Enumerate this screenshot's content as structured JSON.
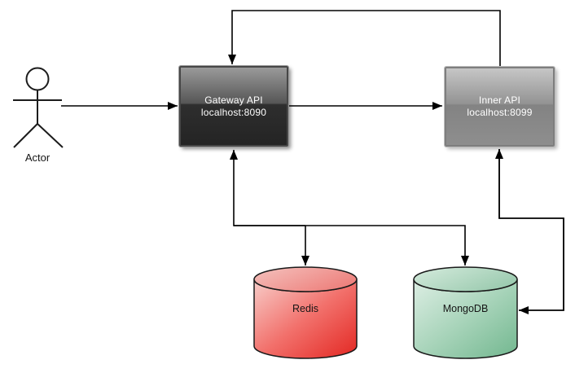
{
  "diagram": {
    "background": "#ffffff",
    "line_color": "#000000"
  },
  "nodes": {
    "actor": {
      "label": "Actor",
      "type": "actor"
    },
    "gateway": {
      "title": "Gateway API",
      "subtitle": "localhost:8090",
      "type": "box"
    },
    "inner": {
      "title": "Inner API",
      "subtitle": "localhost:8099",
      "type": "box"
    },
    "redis": {
      "label": "Redis",
      "type": "database-cylinder"
    },
    "mongodb": {
      "label": "MongoDB",
      "type": "database-cylinder"
    }
  },
  "edges": [
    {
      "from": "Actor",
      "to": "Gateway API",
      "route": "horizontal"
    },
    {
      "from": "Gateway API",
      "to": "Inner API",
      "route": "horizontal"
    },
    {
      "from": "Inner API",
      "to": "Gateway API",
      "route": "top-loop"
    },
    {
      "from": "Redis",
      "to": "Gateway API",
      "route": "bottom-bus"
    },
    {
      "from": "Gateway API",
      "to": "Redis",
      "route": "bottom-bus"
    },
    {
      "from": "Gateway API",
      "to": "MongoDB",
      "route": "bottom-bus"
    },
    {
      "from": "MongoDB",
      "to": "Inner API",
      "route": "right-loop"
    },
    {
      "from": "Inner API",
      "to": "MongoDB",
      "route": "right-loop"
    }
  ],
  "colors": {
    "gateway_gradient_top": "#9a9a9a",
    "gateway_gradient_bottom": "#242424",
    "inner_gradient_top": "#c6c6c6",
    "inner_gradient_bottom": "#8e8e8e",
    "redis_gradient_light": "#f7cdc9",
    "redis_gradient_dark": "#e32722",
    "mongodb_gradient_light": "#ddeee4",
    "mongodb_gradient_dark": "#72b78f",
    "box_text": "#ffffff",
    "label_text": "#151515",
    "line": "#000000"
  }
}
